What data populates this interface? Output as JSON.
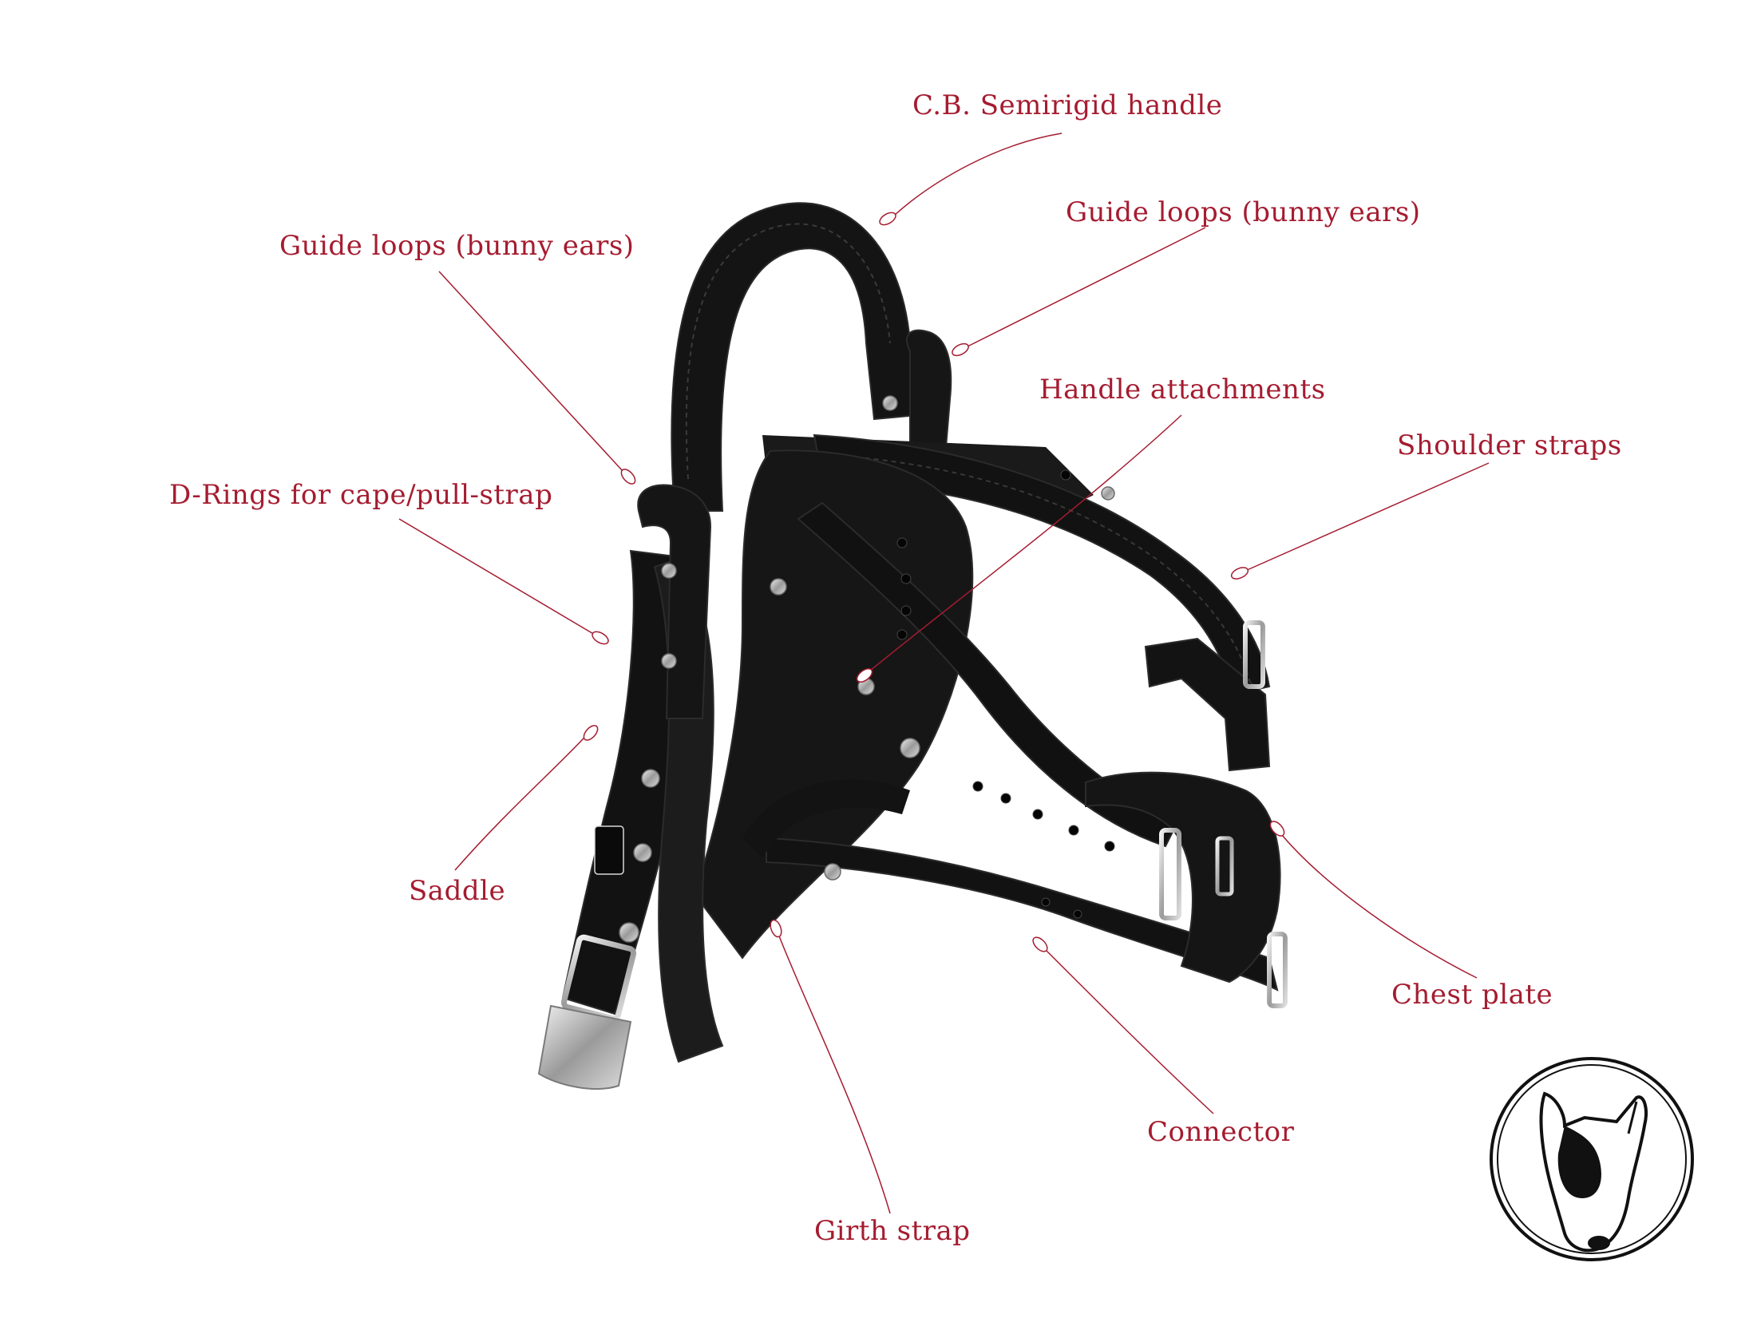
{
  "accent_color": "#a51c30",
  "strap_color": "#121212",
  "hardware_color": "#b9b9b9",
  "labels": {
    "handle": "C.B. Semirigid handle",
    "guide_loops_right": "Guide loops (bunny ears)",
    "guide_loops_left": "Guide loops (bunny ears)",
    "handle_attachments": "Handle attachments",
    "shoulder_straps": "Shoulder straps",
    "d_rings": "D-Rings for cape/pull-strap",
    "saddle": "Saddle",
    "chest_plate": "Chest plate",
    "connector": "Connector",
    "girth_strap": "Girth strap"
  },
  "logo": {
    "icon": "bull-terrier-head-icon"
  }
}
